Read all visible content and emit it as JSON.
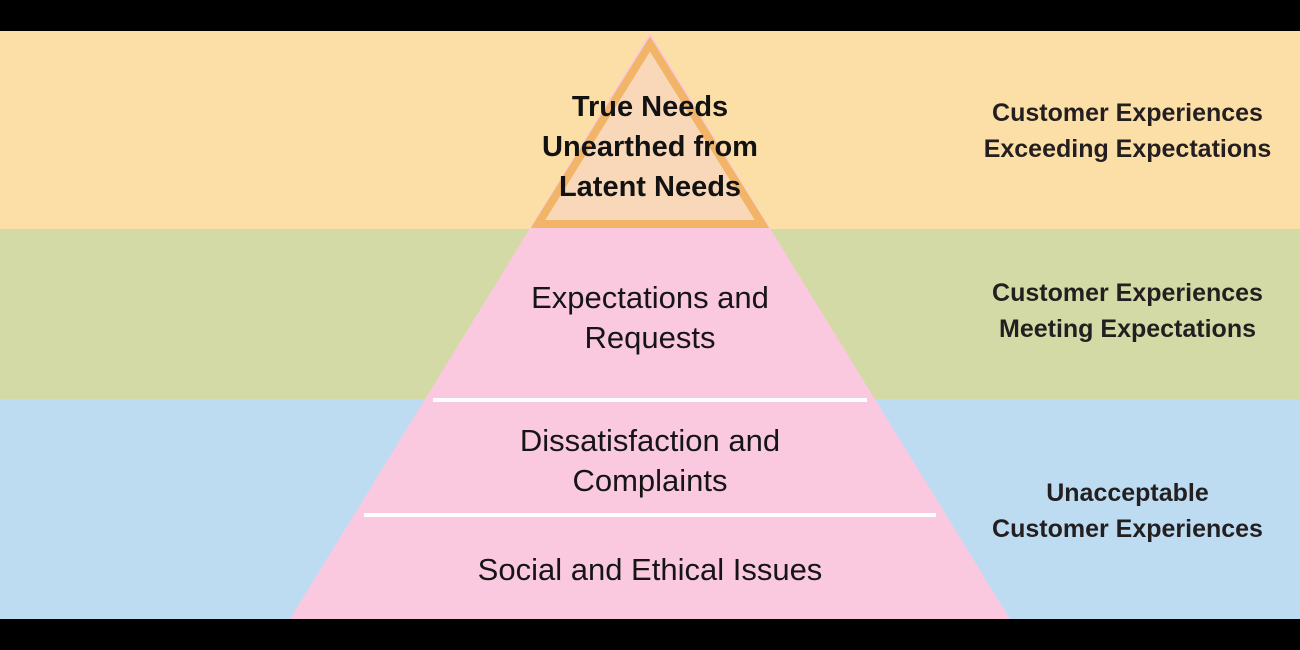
{
  "colors": {
    "frame_black": "#000000",
    "band_top": "#FCDEA7",
    "band_middle": "#D3DAA5",
    "band_bottom": "#BEDCF1",
    "pyramid_pink": "#FAC9E0",
    "apex_fill": "#F8D8B9",
    "apex_stroke": "#F2B466",
    "divider_white": "#FFFFFF"
  },
  "pyramid": {
    "apex_label": "True Needs\nUnearthed from\nLatent Needs",
    "levels": [
      {
        "label": "Expectations and\nRequests"
      },
      {
        "label": "Dissatisfaction and\nComplaints"
      },
      {
        "label": "Social and Ethical Issues"
      }
    ]
  },
  "band_labels": [
    {
      "label": "Customer Experiences\nExceeding Expectations"
    },
    {
      "label": "Customer Experiences\nMeeting Expectations"
    },
    {
      "label": "Unacceptable\nCustomer Experiences"
    }
  ]
}
